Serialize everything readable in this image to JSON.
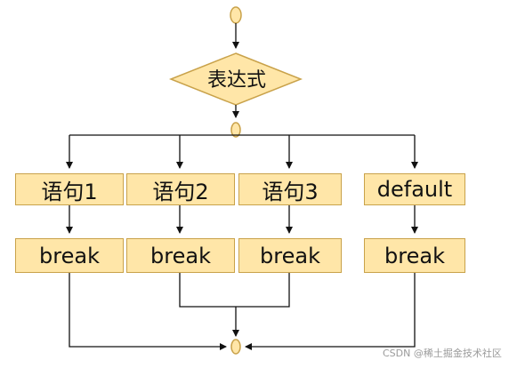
{
  "diagram": {
    "expression": "表达式",
    "cases": [
      {
        "statement": "语句1",
        "break": "break"
      },
      {
        "statement": "语句2",
        "break": "break"
      },
      {
        "statement": "语句3",
        "break": "break"
      }
    ],
    "default": {
      "statement": "default",
      "break": "break"
    }
  },
  "watermark": "CSDN @稀土掘金技术社区",
  "colors": {
    "box_fill": "#ffe6a8",
    "box_border": "#c9a24a",
    "line": "#111111"
  }
}
